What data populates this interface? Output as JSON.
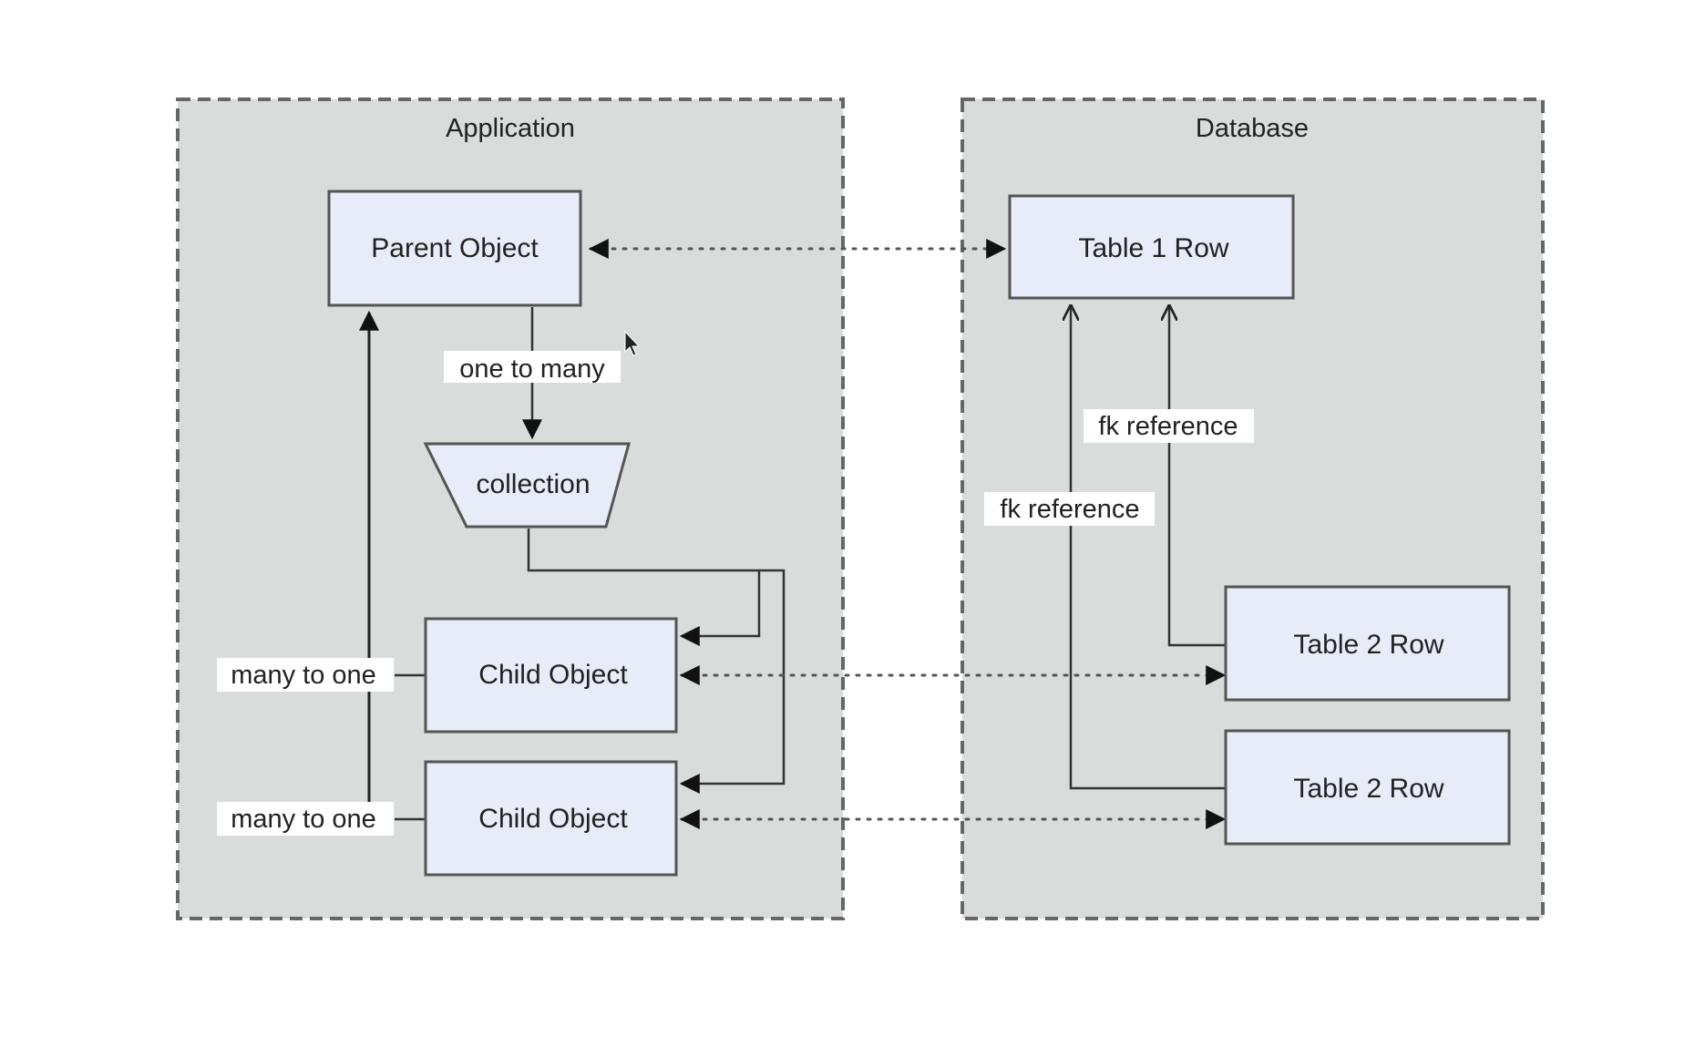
{
  "containers": {
    "application": {
      "title": "Application"
    },
    "database": {
      "title": "Database"
    }
  },
  "nodes": {
    "parent_object": "Parent Object",
    "collection": "collection",
    "child_object_1": "Child Object",
    "child_object_2": "Child Object",
    "table1_row": "Table 1 Row",
    "table2_row_1": "Table 2 Row",
    "table2_row_2": "Table 2 Row"
  },
  "edge_labels": {
    "one_to_many": "one to many",
    "many_to_one_1": "many to one",
    "many_to_one_2": "many to one",
    "fk_reference_1": "fk reference",
    "fk_reference_2": "fk reference"
  },
  "colors": {
    "container_fill": "#d8dcda",
    "node_fill": "#e8ecf8",
    "line": "#222222"
  }
}
